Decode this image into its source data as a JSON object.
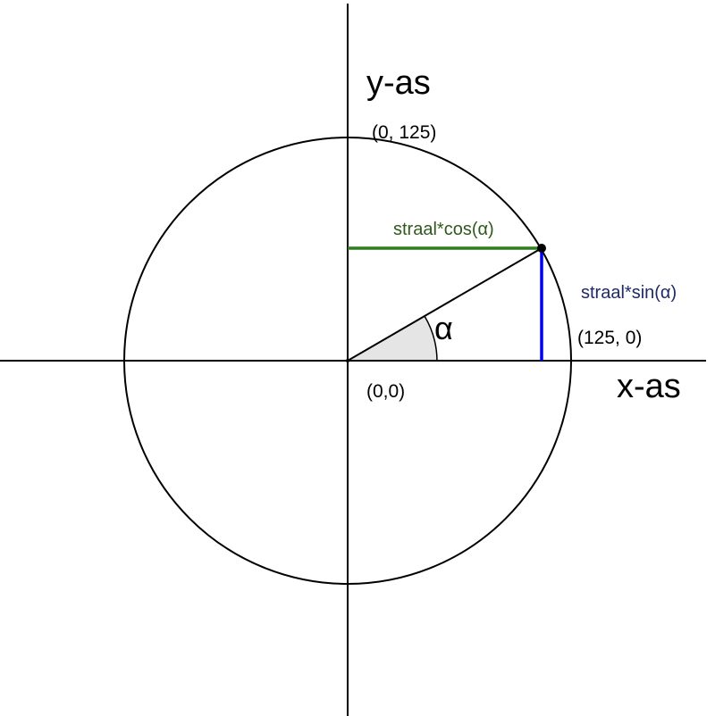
{
  "labels": {
    "y_axis": "y-as",
    "x_axis": "x-as",
    "top_point": "(0, 125)",
    "right_point": "(125, 0)",
    "origin": "(0,0)",
    "cos_label": "straal*cos(α)",
    "sin_label": "straal*sin(α)",
    "angle": "α"
  },
  "colors": {
    "axis": "#000000",
    "circle": "#000000",
    "cos_segment": "#2e7d1e",
    "sin_segment": "#0000ee",
    "angle_fill": "#e5e5e5",
    "point": "#000000"
  }
}
